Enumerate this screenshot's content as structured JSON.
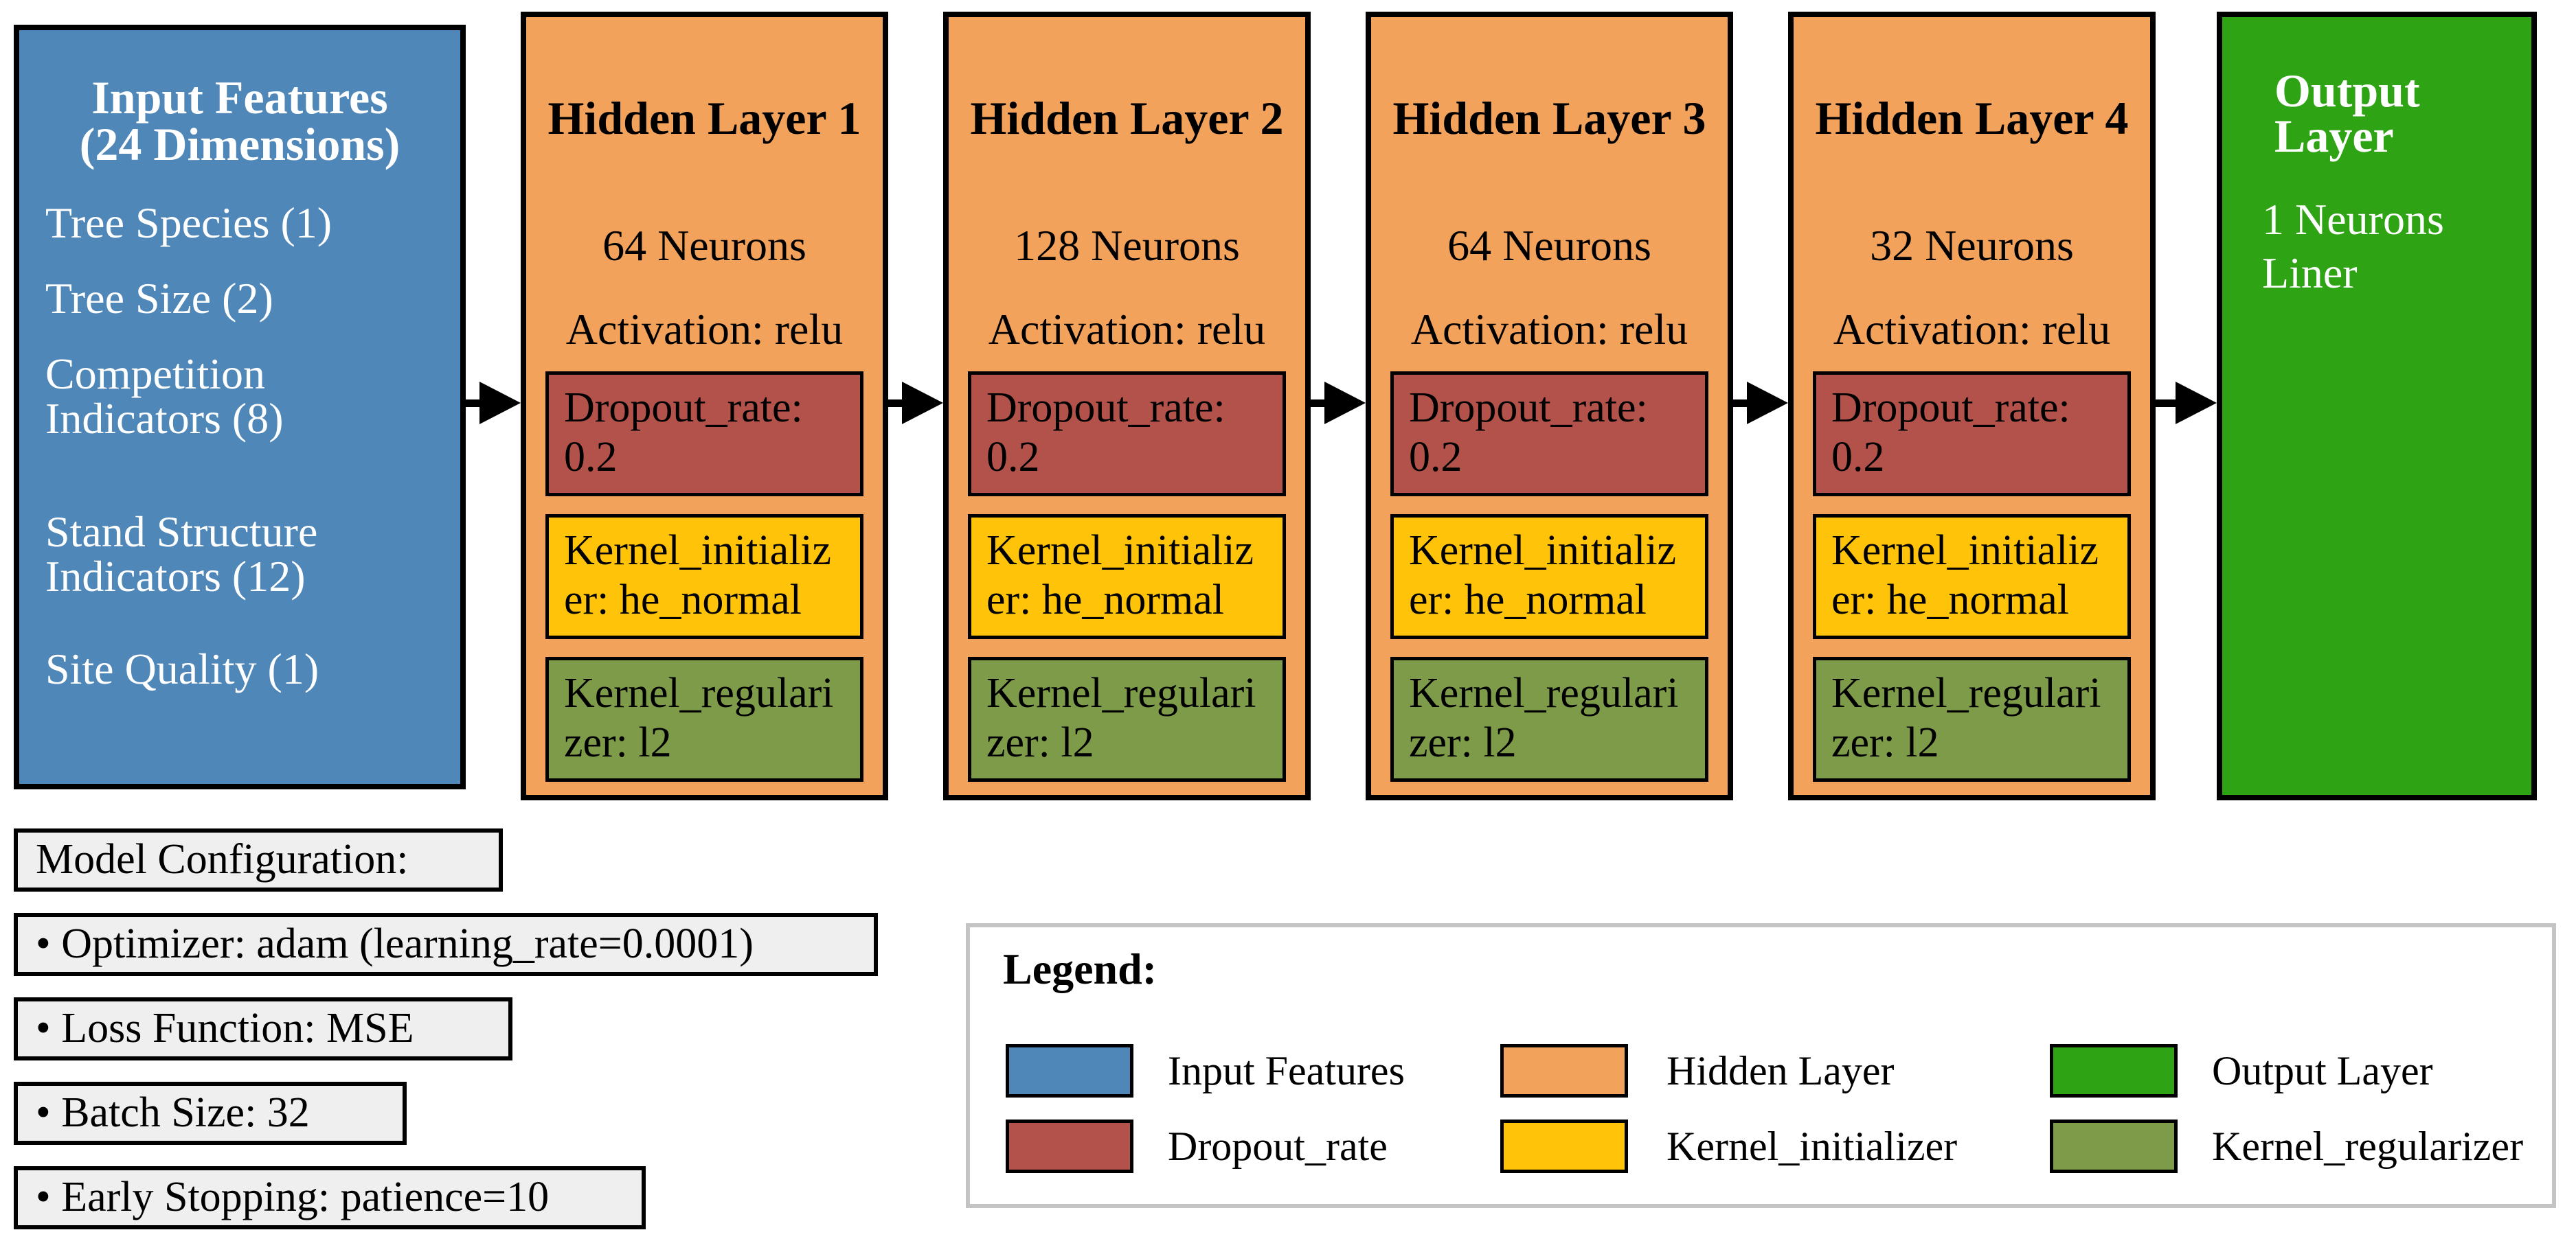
{
  "colors": {
    "input": "#4f87b9",
    "hidden": "#f2a25b",
    "output": "#2ea314",
    "dropout": "#b2524a",
    "kernel_initializer": "#ffc40a",
    "kernel_regularizer": "#7d9b49",
    "config_bg": "#efefef",
    "legend_border": "#c4c4c4",
    "arrow": "#000000"
  },
  "input_layer": {
    "title_lines": [
      "Input Features",
      "(24 Dimensions)"
    ],
    "items": [
      "Tree Species (1)",
      "Tree Size (2)",
      "Competition Indicators (8)",
      "Stand Structure Indicators (12)",
      "Site Quality (1)"
    ]
  },
  "hidden_layers": [
    {
      "title": "Hidden Layer 1",
      "neurons": "64 Neurons",
      "activation": "Activation: relu",
      "dropout": "Dropout_rate: 0.2",
      "kernel_initializer": "Kernel_initializer: he_normal",
      "kernel_regularizer": "Kernel_regularizer: l2"
    },
    {
      "title": "Hidden Layer 2",
      "neurons": "128 Neurons",
      "activation": "Activation: relu",
      "dropout": "Dropout_rate: 0.2",
      "kernel_initializer": "Kernel_initializer: he_normal",
      "kernel_regularizer": "Kernel_regularizer: l2"
    },
    {
      "title": "Hidden Layer 3",
      "neurons": "64 Neurons",
      "activation": "Activation: relu",
      "dropout": "Dropout_rate: 0.2",
      "kernel_initializer": "Kernel_initializer: he_normal",
      "kernel_regularizer": "Kernel_regularizer: l2"
    },
    {
      "title": "Hidden Layer 4",
      "neurons": "32 Neurons",
      "activation": "Activation: relu",
      "dropout": "Dropout_rate: 0.2",
      "kernel_initializer": "Kernel_initializer: he_normal",
      "kernel_regularizer": "Kernel_regularizer: l2"
    }
  ],
  "output_layer": {
    "title_lines": [
      "Output",
      "Layer"
    ],
    "body_lines": [
      "1 Neurons",
      "Liner"
    ]
  },
  "model_config": {
    "items": [
      "Model Configuration:",
      "• Optimizer: adam (learning_rate=0.0001)",
      "• Loss Function: MSE",
      "• Batch Size: 32",
      "• Early Stopping: patience=10"
    ]
  },
  "legend": {
    "title": "Legend:",
    "entries": [
      {
        "label": "Input Features",
        "color": "#4f87b9"
      },
      {
        "label": "Hidden Layer",
        "color": "#f2a25b"
      },
      {
        "label": "Output Layer",
        "color": "#2ea314"
      },
      {
        "label": "Dropout_rate",
        "color": "#b2524a"
      },
      {
        "label": "Kernel_initializer",
        "color": "#ffc40a"
      },
      {
        "label": "Kernel_regularizer",
        "color": "#7d9b49"
      }
    ]
  }
}
